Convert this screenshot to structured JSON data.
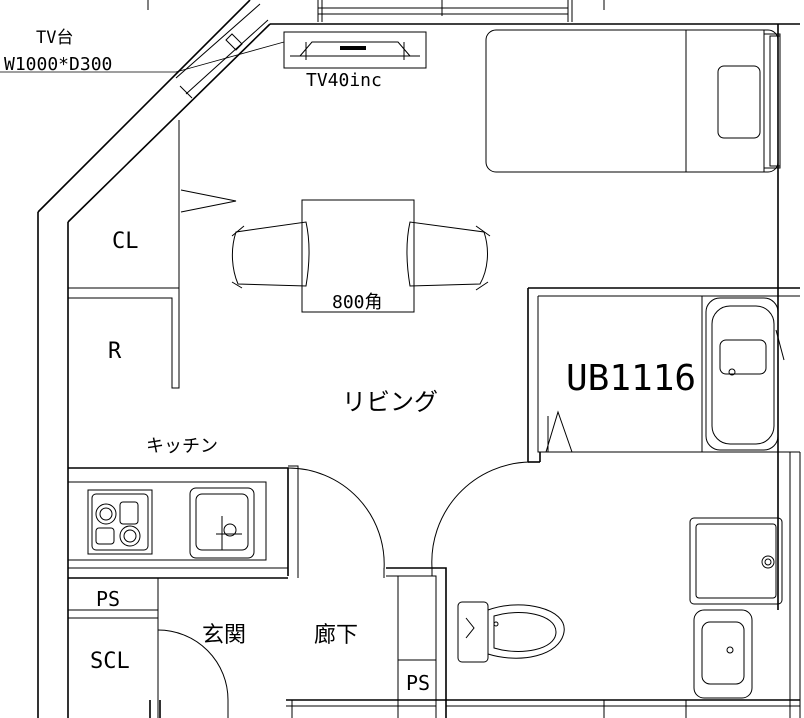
{
  "labels": {
    "tv_stand_title": "TV台",
    "tv_stand_size": "W1000*D300",
    "tv": "TV40inc",
    "closet": "CL",
    "refrigerator": "R",
    "table": "800角",
    "living": "リビング",
    "kitchen": "キッチン",
    "unit_bath": "UB1116",
    "pipe_space_left": "PS",
    "shoe_closet": "SCL",
    "entrance": "玄関",
    "hallway": "廊下",
    "pipe_space_bottom": "PS"
  }
}
